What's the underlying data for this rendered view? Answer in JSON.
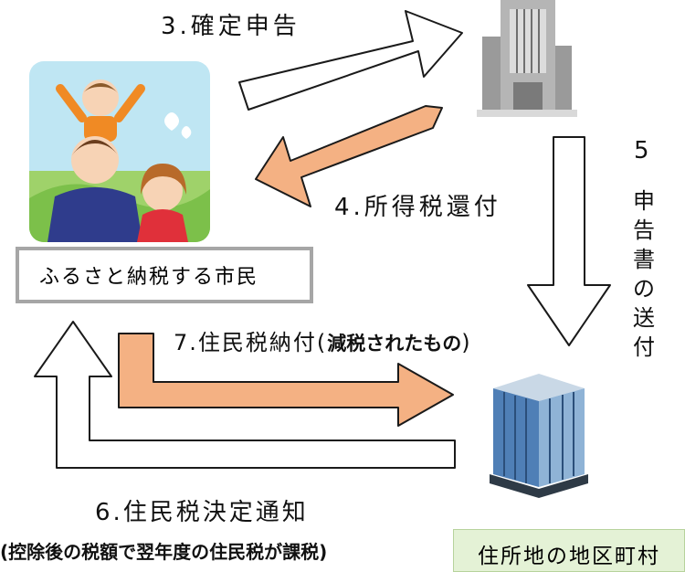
{
  "flow": {
    "step3_label": "3.確定申告",
    "step4_label": "4.所得税還付",
    "step5_number": "5",
    "step5_text": "申告書の送付",
    "step7_label": "7.住民税納付(",
    "step7_note": "減税されたもの",
    "step7_close": ")",
    "step6_label": "6.住民税決定通知",
    "step6_note": "(控除後の税額で翌年度の住民税が課税)"
  },
  "entities": {
    "citizen": "ふるさと納税する市民",
    "municipality": "住所地の地区町村"
  },
  "colors": {
    "orange_arrow": "#f4b183",
    "arrow_outline": "#1a1a1a",
    "citizen_border": "#a6a6a6",
    "municipality_fill": "#e4f2d6"
  },
  "icons": {
    "family": "family-illustration",
    "tax_office": "tax-office-building-icon",
    "city_hall": "city-hall-building-icon"
  }
}
